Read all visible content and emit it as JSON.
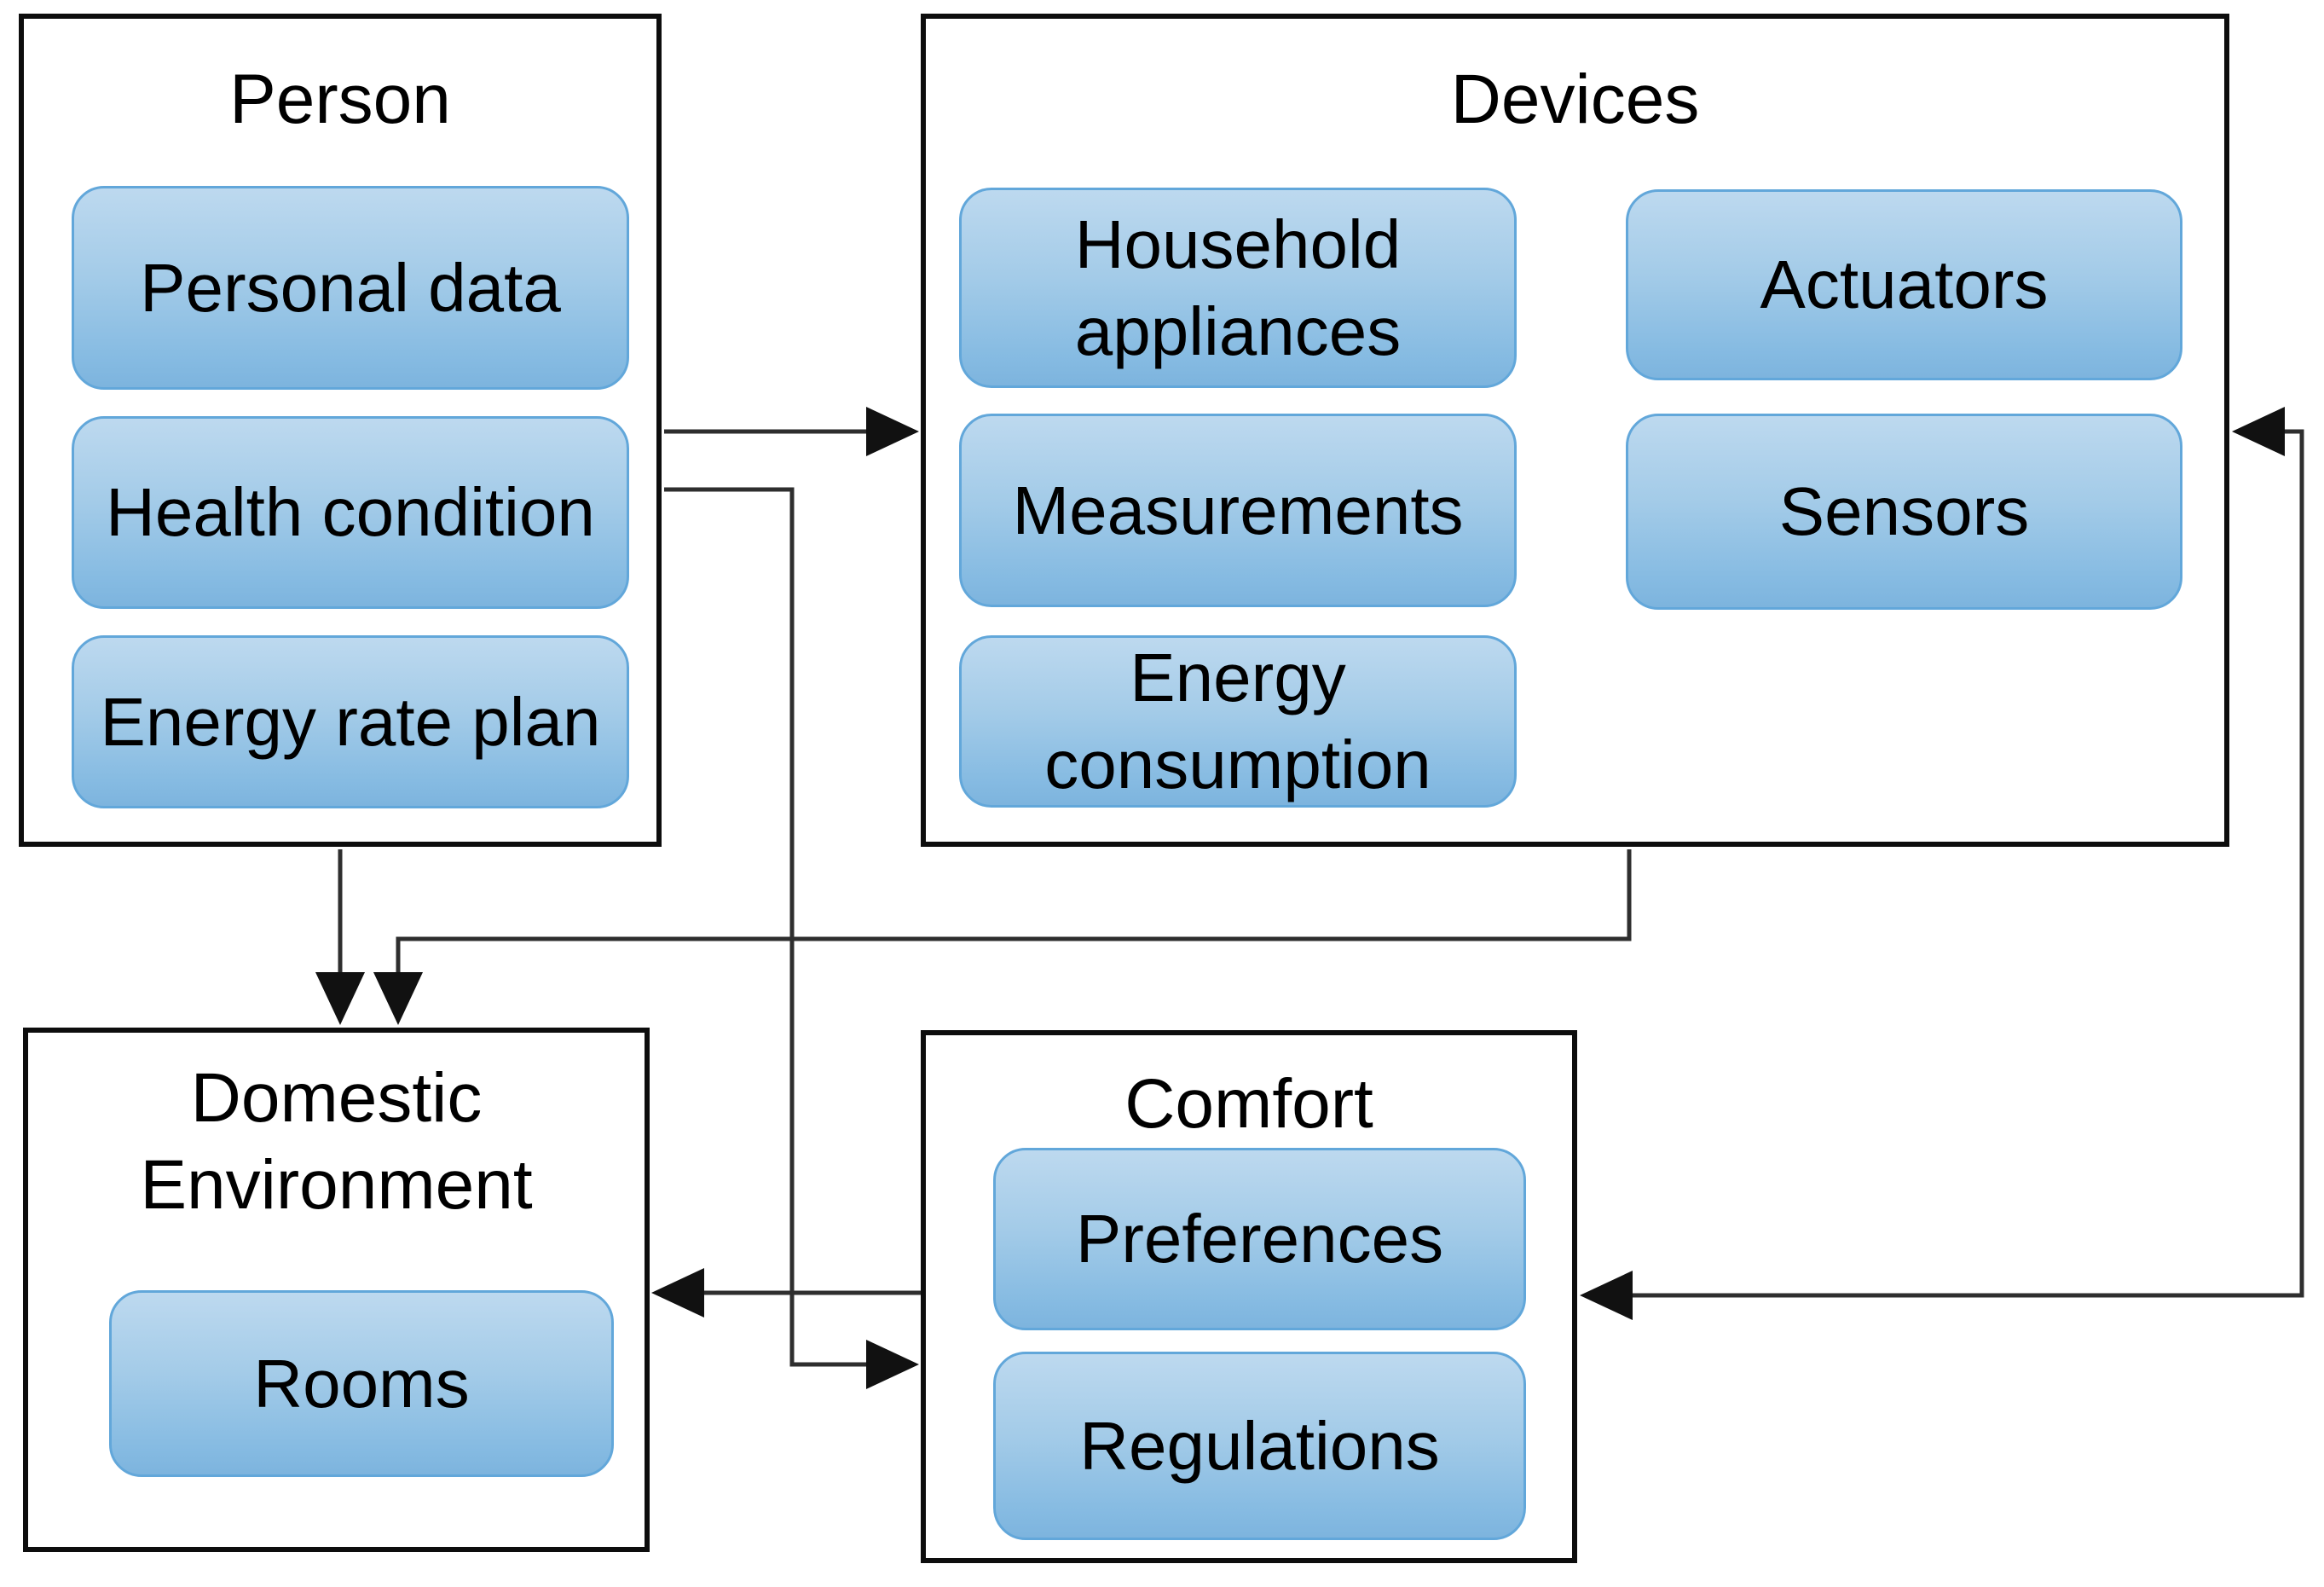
{
  "diagram_type": "block-diagram",
  "colors": {
    "background": "#ffffff",
    "container_border": "#0d0d0d",
    "node_border": "#62a7da",
    "node_fill_top": "#bdd9ef",
    "node_fill_bottom": "#7db4de",
    "connector": "#2e2e2e",
    "text": "#000000"
  },
  "groups": {
    "person": {
      "label": "Person",
      "items": {
        "personal_data": "Personal data",
        "health_condition": "Health condition",
        "energy_rate_plan": "Energy rate plan"
      }
    },
    "devices": {
      "label": "Devices",
      "items": {
        "household_appliances": "Household appliances",
        "measurements": "Measurements",
        "energy_consumption": "Energy consumption",
        "actuators": "Actuators",
        "sensors": "Sensors"
      }
    },
    "domestic_environment": {
      "label": "Domestic Environment",
      "items": {
        "rooms": "Rooms"
      }
    },
    "comfort": {
      "label": "Comfort",
      "items": {
        "preferences": "Preferences",
        "regulations": "Regulations"
      }
    }
  },
  "connections": [
    {
      "from": "Person",
      "to": "Devices",
      "arrow": "into Devices left side"
    },
    {
      "from": "Person",
      "to": "Comfort",
      "arrow": "into Comfort left side"
    },
    {
      "from": "Person",
      "to": "Domestic Environment",
      "arrow": "into Domestic Environment top"
    },
    {
      "from": "Devices",
      "to": "Domestic Environment",
      "arrow": "into Domestic Environment top"
    },
    {
      "from": "Comfort",
      "to": "Domestic Environment",
      "arrow": "into Domestic Environment right side"
    },
    {
      "from": "Comfort",
      "to": "Devices",
      "arrow": "double-headed right-side channel (into Devices right side and into Comfort right side)"
    }
  ]
}
